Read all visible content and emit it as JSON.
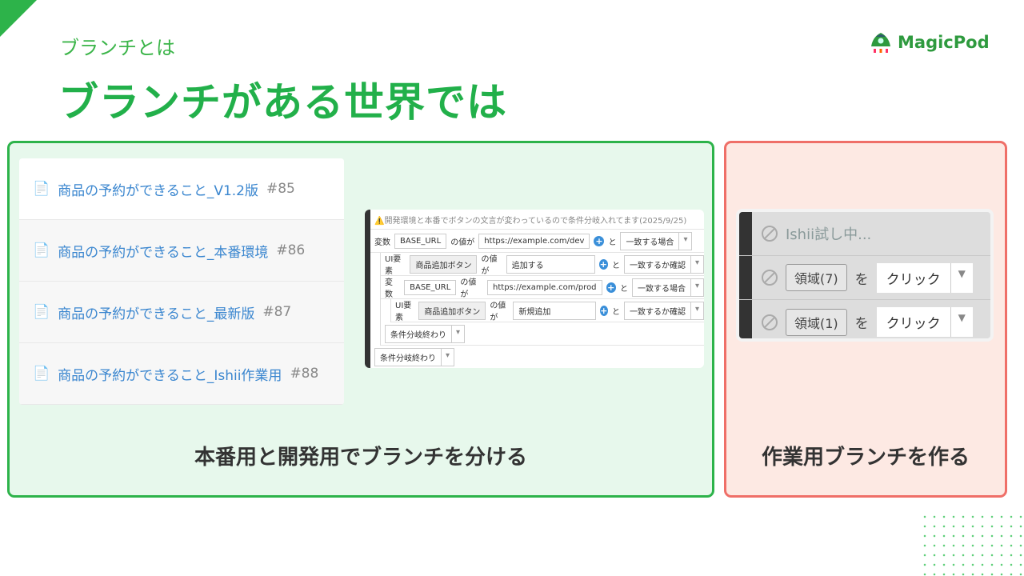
{
  "header": {
    "subtitle": "ブランチとは",
    "title": "ブランチがある世界では",
    "logo": "MagicPod"
  },
  "left": {
    "caption": "本番用と開発用でブランチを分ける",
    "branches": [
      {
        "name": "商品の予約ができること_V1.2版",
        "num": "#85"
      },
      {
        "name": "商品の予約ができること_本番環境",
        "num": "#86"
      },
      {
        "name": "商品の予約ができること_最新版",
        "num": "#87"
      },
      {
        "name": "商品の予約ができること_Ishii作業用",
        "num": "#88"
      }
    ],
    "script": {
      "note": "⚠️開発環境と本番でボタンの文言が変わっているので条件分岐入れてます(2025/9/25)",
      "rows": [
        {
          "label": "変数",
          "target": "BASE_URL",
          "of": "の値が",
          "value": "https://example.com/dev",
          "to": "と",
          "cond": "一致する場合"
        },
        {
          "label": "UI要素",
          "target": "商品追加ボタン",
          "of": "の値が",
          "value": "追加する",
          "to": "と",
          "cond": "一致するか確認"
        },
        {
          "label": "変数",
          "target": "BASE_URL",
          "of": "の値が",
          "value": "https://example.com/prod",
          "to": "と",
          "cond": "一致する場合"
        },
        {
          "label": "UI要素",
          "target": "商品追加ボタン",
          "of": "の値が",
          "value": "新規追加",
          "to": "と",
          "cond": "一致するか確認"
        }
      ],
      "end1": "条件分岐終わり",
      "end2": "条件分岐終わり"
    }
  },
  "right": {
    "caption": "作業用ブランチを作る",
    "comment": "Ishii試し中...",
    "steps": [
      {
        "element": "領域(7)",
        "particle": "を",
        "action": "クリック"
      },
      {
        "element": "領域(1)",
        "particle": "を",
        "action": "クリック"
      }
    ]
  },
  "colors": {
    "brand": "#22b04a",
    "left_bg": "#e7f8ec",
    "right_border": "#ef6f68",
    "right_bg": "#fde9e3",
    "link": "#3a86cf"
  }
}
